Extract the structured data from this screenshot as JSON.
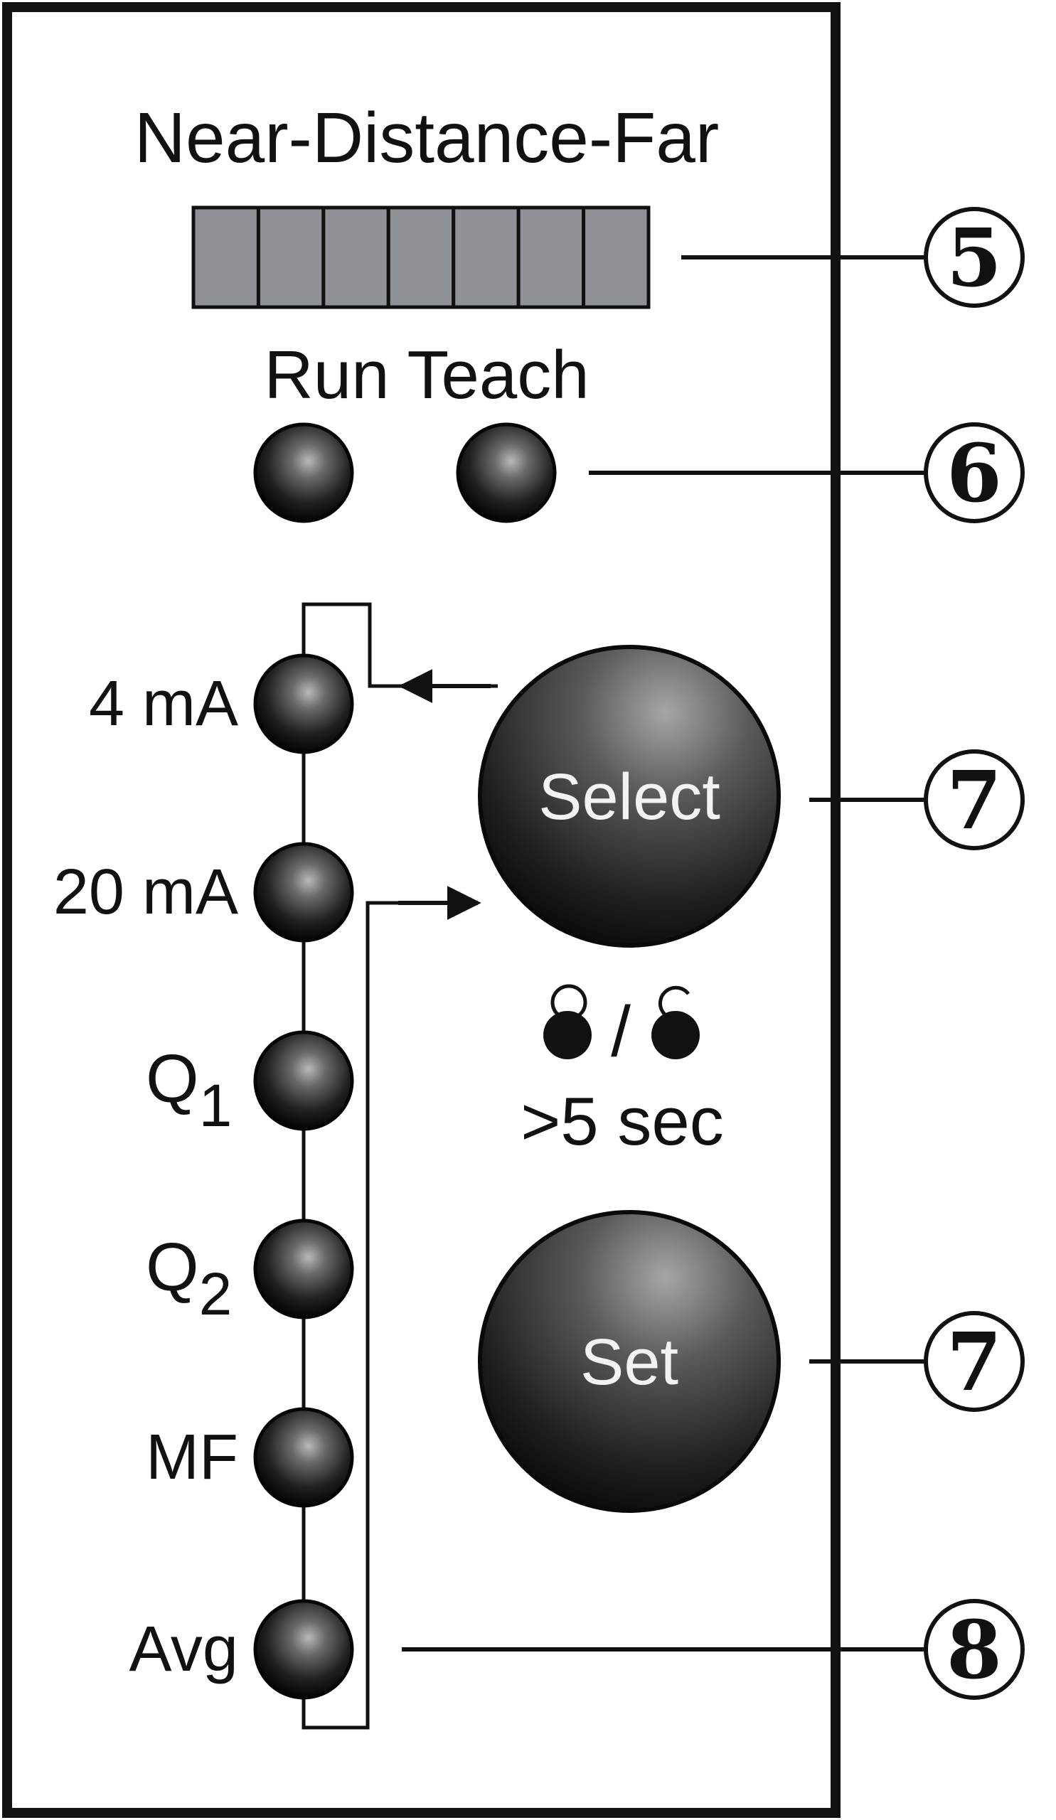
{
  "panel": {
    "bar_title": "Near-Distance-Far",
    "bar_segment_count": 7,
    "bar_segment_color": "#8f9296",
    "status_label": "Run Teach",
    "status_leds": [
      "run-led",
      "teach-led"
    ],
    "output_labels": {
      "ma4": "4 mA",
      "ma20": "20 mA",
      "q1_main": "Q",
      "q1_sub": "1",
      "q2_main": "Q",
      "q2_sub": "2",
      "mf": "MF",
      "avg": "Avg"
    },
    "buttons": {
      "select": "Select",
      "set": "Set"
    },
    "hold_hint": {
      "slash": "/",
      "text": ">5 sec"
    }
  },
  "callouts": {
    "bar": "5",
    "leds": "6",
    "select": "7",
    "set": "7",
    "avg": "8"
  },
  "colors": {
    "line": "#111111",
    "led_dark": "#0b0b0b",
    "button_dark": "#1c1c1c",
    "background": "#ffffff"
  }
}
